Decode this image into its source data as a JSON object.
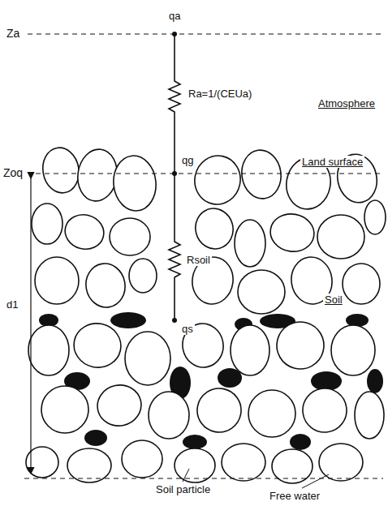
{
  "diagram": {
    "labels": [
      "Za",
      "qa",
      "Ra=1/(CEUa)",
      "Atmosphere",
      "qg",
      "Zoq",
      "Land surface",
      "Rsoil",
      "Soil",
      "qs",
      "d1",
      "Soil particle",
      "Free water"
    ]
  }
}
